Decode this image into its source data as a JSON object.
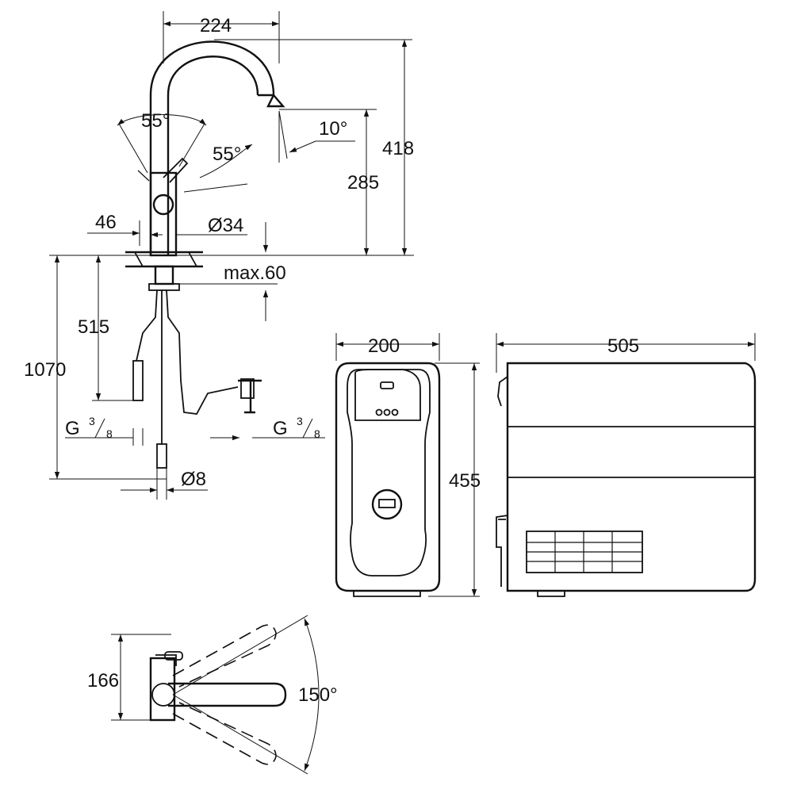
{
  "dimensions": {
    "spout_reach": "224",
    "lever_angle_left": "55°",
    "lever_angle_right": "55°",
    "spout_angle": "10°",
    "outlet_height": "285",
    "total_height": "418",
    "body_offset": "46",
    "body_diameter": "Ø34",
    "max_deck": "max.60",
    "hose_length": "515",
    "total_length": "1070",
    "thread_left_main": "G",
    "thread_left_num": "3",
    "thread_left_den": "8",
    "thread_right_main": "G",
    "thread_right_num": "3",
    "thread_right_den": "8",
    "pipe_diameter": "Ø8",
    "unit_width": "200",
    "unit_height": "455",
    "unit_depth": "505",
    "plan_depth": "166",
    "swivel_angle": "150°"
  }
}
